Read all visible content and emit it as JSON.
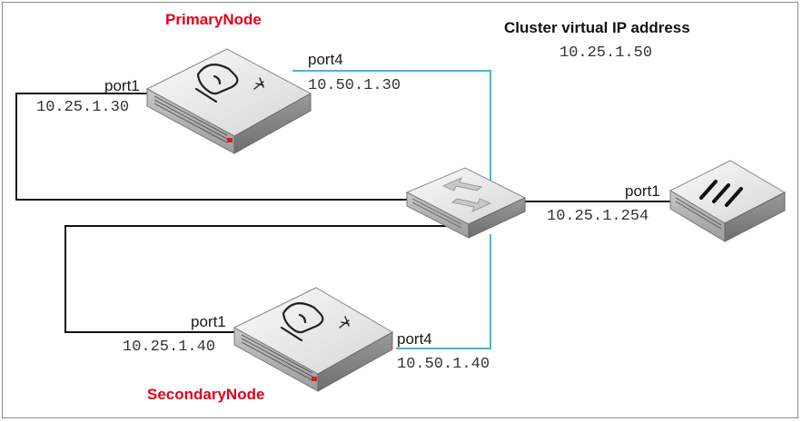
{
  "header": {
    "title": "Cluster virtual IP address",
    "virtual_ip": "10.25.1.50"
  },
  "colors": {
    "node_label": "#e3001b",
    "heartbeat_link": "#47b6d8",
    "data_link": "#111111",
    "text": "#1a1a1a"
  },
  "primary": {
    "title": "PrimaryNode",
    "port1_label": "port1",
    "port1_ip": "10.25.1.30",
    "port4_label": "port4",
    "port4_ip": "10.50.1.30",
    "icon": "firewall-icon"
  },
  "secondary": {
    "title": "SecondaryNode",
    "port1_label": "port1",
    "port1_ip": "10.25.1.40",
    "port4_label": "port4",
    "port4_ip": "10.50.1.40",
    "icon": "firewall-icon"
  },
  "switch": {
    "icon": "switch-icon"
  },
  "router": {
    "port1_label": "port1",
    "port1_ip": "10.25.1.254",
    "icon": "router-icon"
  }
}
